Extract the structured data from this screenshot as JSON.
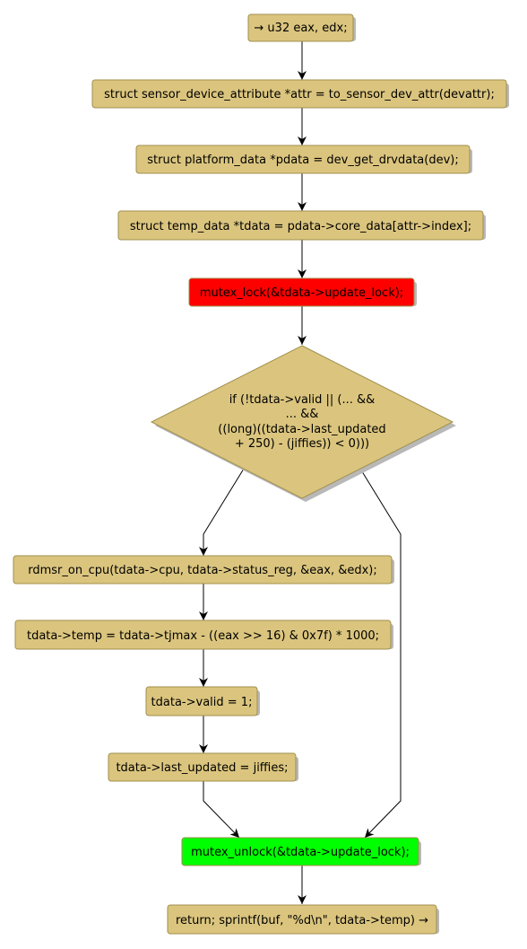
{
  "colors": {
    "node_fill": "#dbc57e",
    "node_stroke": "#a0904f",
    "lock_fill": "#ff0000",
    "unlock_fill": "#00ff00",
    "shadow": "#b8b8b8",
    "edge": "#000000"
  },
  "nodes": {
    "start": "→ u32 eax, edx;",
    "attr": "struct sensor_device_attribute *attr = to_sensor_dev_attr(devattr);",
    "pdata": "struct platform_data *pdata = dev_get_drvdata(dev);",
    "tdata": "struct temp_data *tdata = pdata->core_data[attr->index];",
    "lock": "mutex_lock(&tdata->update_lock);",
    "decision": [
      "if (!tdata->valid || (... &&",
      "... &&",
      "((long)((tdata->last_updated",
      "+ 250) - (jiffies)) < 0)))"
    ],
    "rdmsr": "rdmsr_on_cpu(tdata->cpu, tdata->status_reg, &eax, &edx);",
    "temp": "tdata->temp = tdata->tjmax - ((eax >> 16) & 0x7f) * 1000;",
    "valid": "tdata->valid = 1;",
    "last": "tdata->last_updated = jiffies;",
    "unlock": "mutex_unlock(&tdata->update_lock);",
    "ret": "return; sprintf(buf, \"%d\\n\", tdata->temp) →"
  }
}
